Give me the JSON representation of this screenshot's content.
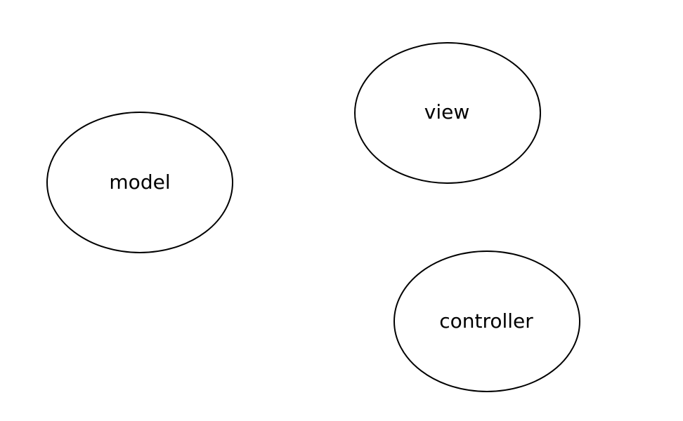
{
  "diagram": {
    "nodes": {
      "model": {
        "label": "model"
      },
      "view": {
        "label": "view"
      },
      "controller": {
        "label": "controller"
      }
    }
  },
  "colors": {
    "background": "#ffffff",
    "stroke": "#000000",
    "text": "#000000"
  }
}
